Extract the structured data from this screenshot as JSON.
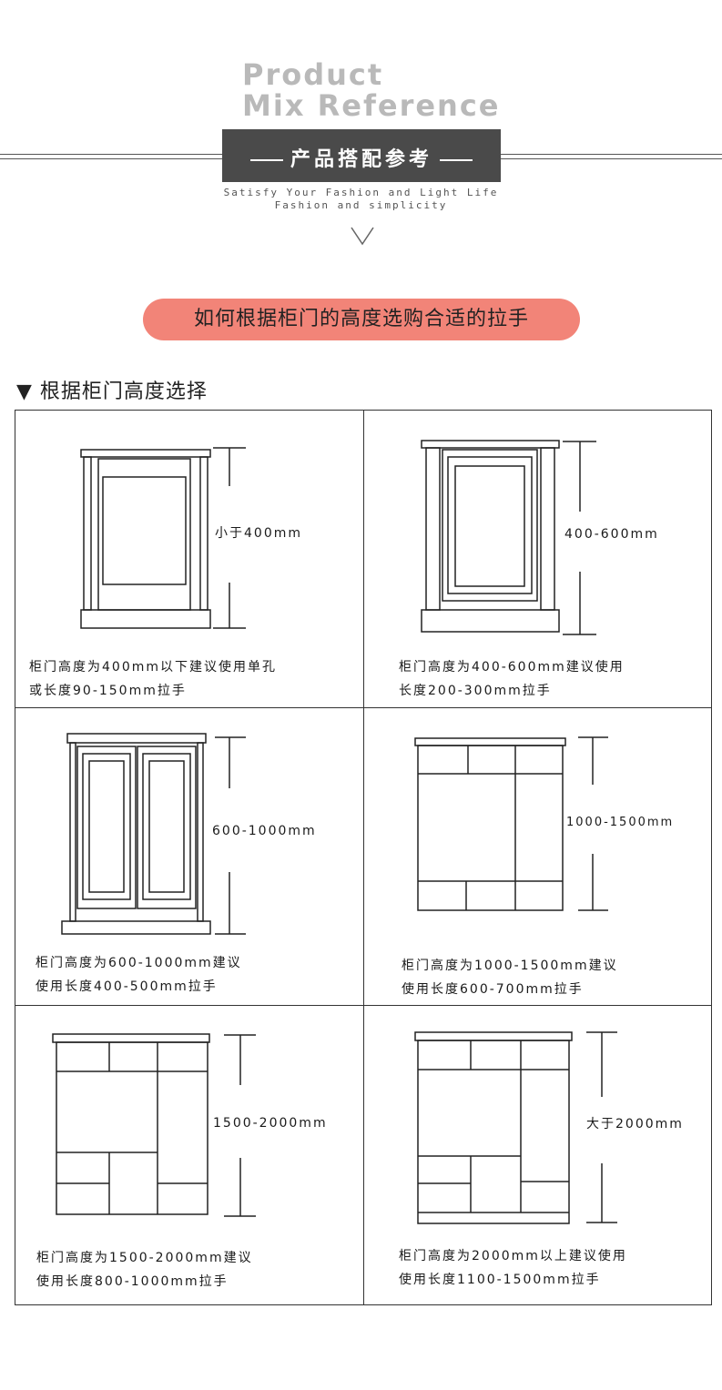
{
  "header": {
    "title_line1": "Product",
    "title_line2": "Mix Reference",
    "banner_label": "产品搭配参考",
    "sub_line1": "Satisfy Your Fashion and Light Life",
    "sub_line2": "Fashion and simplicity"
  },
  "question": "如何根据柜门的高度选购合适的拉手",
  "section_title": "根据柜门高度选择",
  "cells": [
    {
      "range": "小于400mm",
      "caption1": "柜门高度为400mm以下建议使用单孔",
      "caption2": "或长度90-150mm拉手"
    },
    {
      "range": "400-600mm",
      "caption1": "柜门高度为400-600mm建议使用",
      "caption2": "长度200-300mm拉手"
    },
    {
      "range": "600-1000mm",
      "caption1": "柜门高度为600-1000mm建议",
      "caption2": "使用长度400-500mm拉手"
    },
    {
      "range": "1000-1500mm",
      "caption1": "柜门高度为1000-1500mm建议",
      "caption2": "使用长度600-700mm拉手"
    },
    {
      "range": "1500-2000mm",
      "caption1": "柜门高度为1500-2000mm建议",
      "caption2": "使用长度800-1000mm拉手"
    },
    {
      "range": "大于2000mm",
      "caption1": "柜门高度为2000mm以上建议使用",
      "caption2": "使用长度1100-1500mm拉手"
    }
  ]
}
